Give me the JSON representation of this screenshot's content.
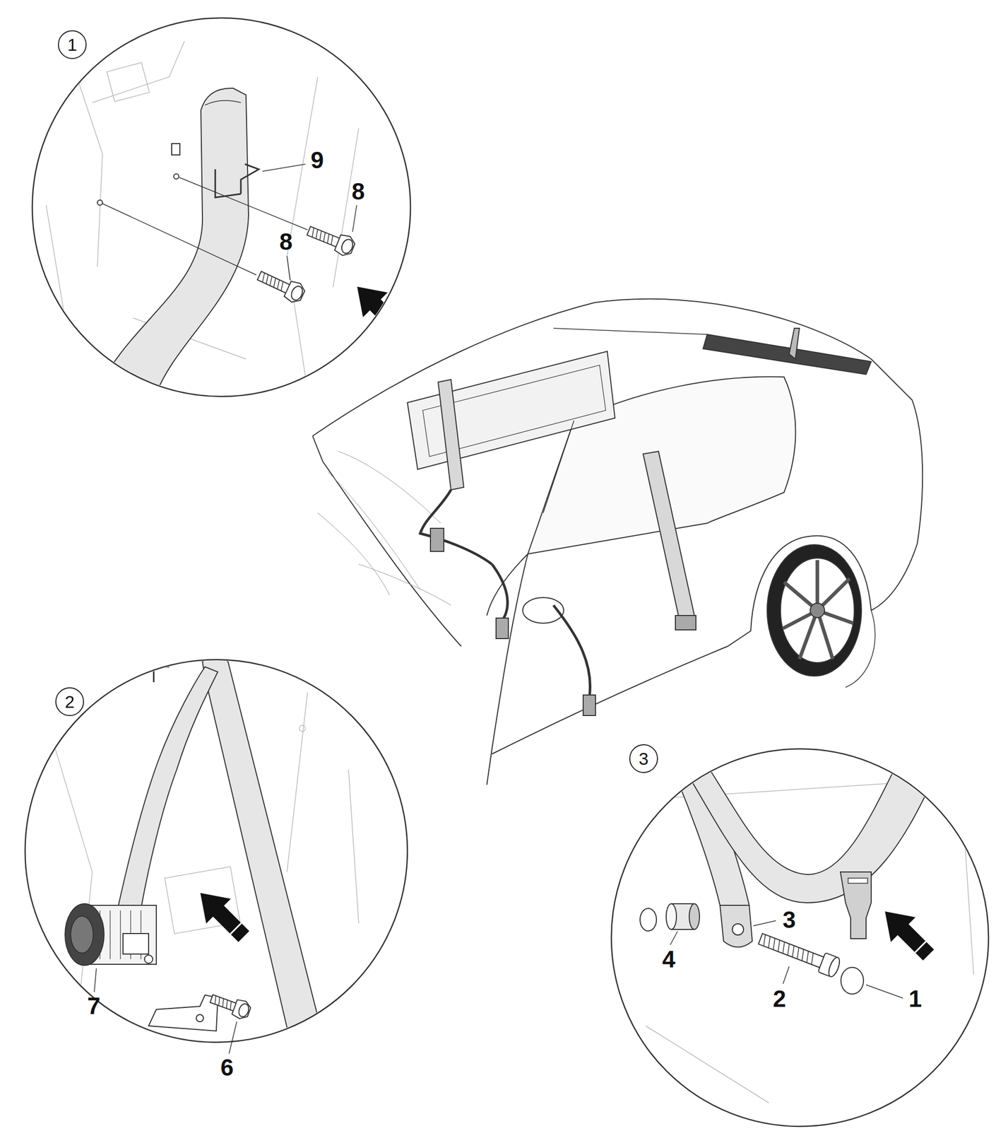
{
  "diagram": {
    "nodes": [
      {
        "text": [
          "1"
        ]
      },
      {
        "text": [
          "2"
        ]
      },
      {
        "text": [
          "3"
        ]
      }
    ],
    "labels": [
      "9",
      "8",
      "8",
      "7",
      "6",
      "3",
      "4",
      "2",
      "1"
    ]
  }
}
